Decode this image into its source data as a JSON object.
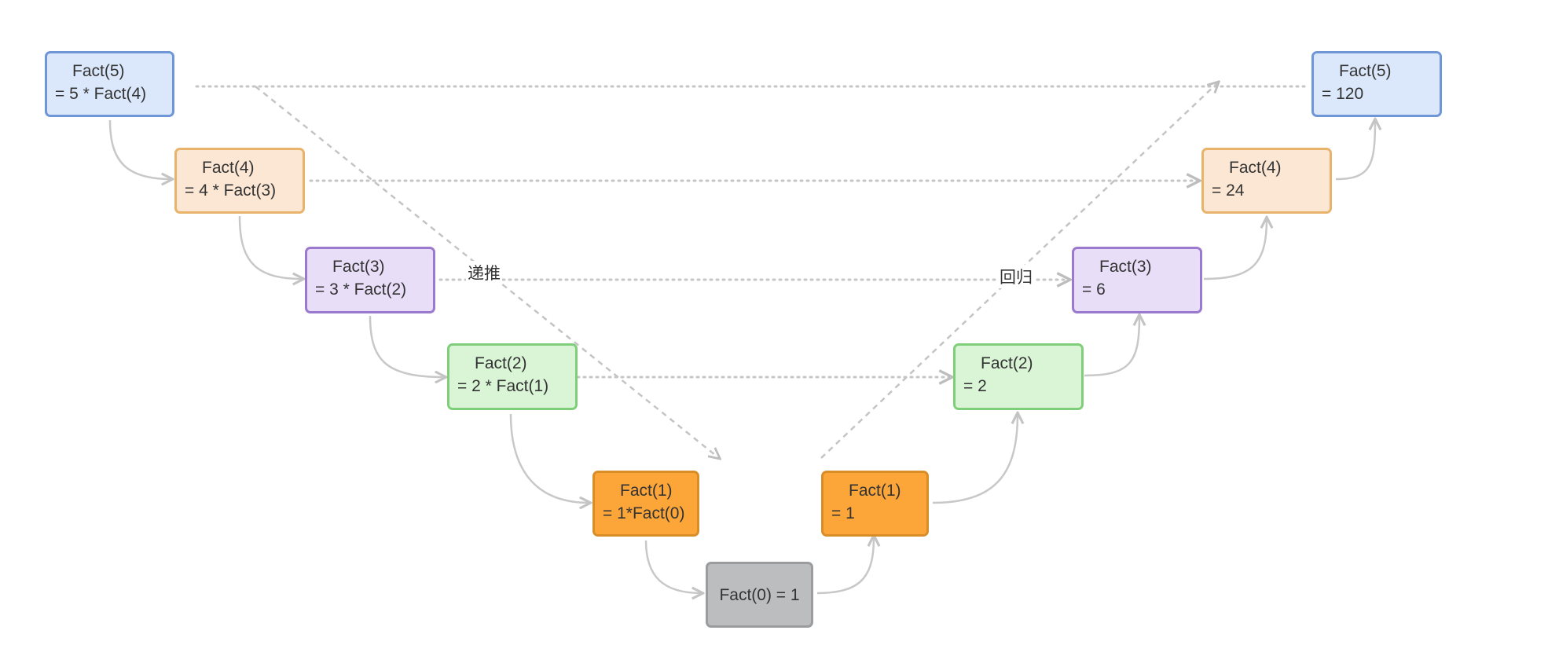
{
  "nodes": {
    "left_fact5": {
      "title": "Fact(5)",
      "expr": "= 5 * Fact(4)"
    },
    "left_fact4": {
      "title": "Fact(4)",
      "expr": "= 4 * Fact(3)"
    },
    "left_fact3": {
      "title": "Fact(3)",
      "expr": "= 3 * Fact(2)"
    },
    "left_fact2": {
      "title": "Fact(2)",
      "expr": "= 2 * Fact(1)"
    },
    "left_fact1": {
      "title": "Fact(1)",
      "expr": "= 1*Fact(0)"
    },
    "base_fact0": {
      "text": "Fact(0)  = 1"
    },
    "right_fact1": {
      "title": "Fact(1)",
      "expr": "= 1"
    },
    "right_fact2": {
      "title": "Fact(2)",
      "expr": "= 2"
    },
    "right_fact3": {
      "title": "Fact(3)",
      "expr": "= 6"
    },
    "right_fact4": {
      "title": "Fact(4)",
      "expr": "= 24"
    },
    "right_fact5": {
      "title": "Fact(5)",
      "expr": "= 120"
    }
  },
  "labels": {
    "recursion": "递推",
    "backtrack": "回归"
  },
  "colors": {
    "level5": "#dbe8fb",
    "level4": "#fbe7d3",
    "level3": "#e8def8",
    "level2": "#d9f5d6",
    "level1": "#fca63a",
    "level0": "#bcbdbe",
    "connector": "#c8c8c8"
  }
}
